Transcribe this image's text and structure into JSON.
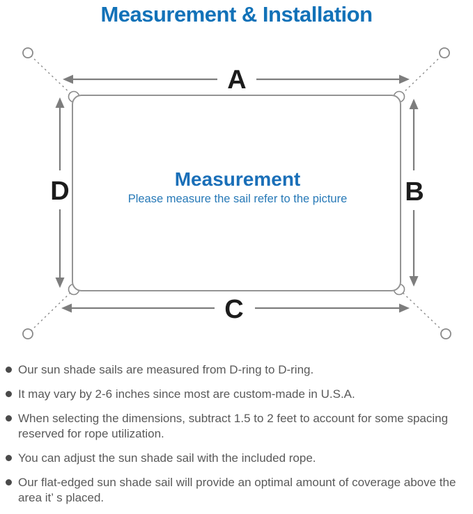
{
  "title": "Measurement & Installation",
  "colors": {
    "title_blue": "#1272b8",
    "center_blue": "#1a6fb8",
    "subtitle_blue": "#2779b7",
    "line_gray": "#8a8a8a",
    "label_black": "#1c1c1c",
    "text_gray": "#595959",
    "dot_gray": "#4a4a4a"
  },
  "diagram": {
    "center_title": "Measurement",
    "center_subtitle": "Please measure the sail refer to the picture",
    "labels": {
      "top": "A",
      "right": "B",
      "bottom": "C",
      "left": "D"
    }
  },
  "bullets": [
    "Our sun shade sails are measured from D-ring to D-ring.",
    "It may vary by 2-6 inches since most are custom-made in U.S.A.",
    "When selecting the dimensions, subtract 1.5 to 2 feet to account for some spacing reserved for rope utilization.",
    "You can adjust the sun shade sail with the included rope.",
    "Our flat-edged sun shade sail will provide an optimal amount of coverage above the area it’ s placed."
  ]
}
